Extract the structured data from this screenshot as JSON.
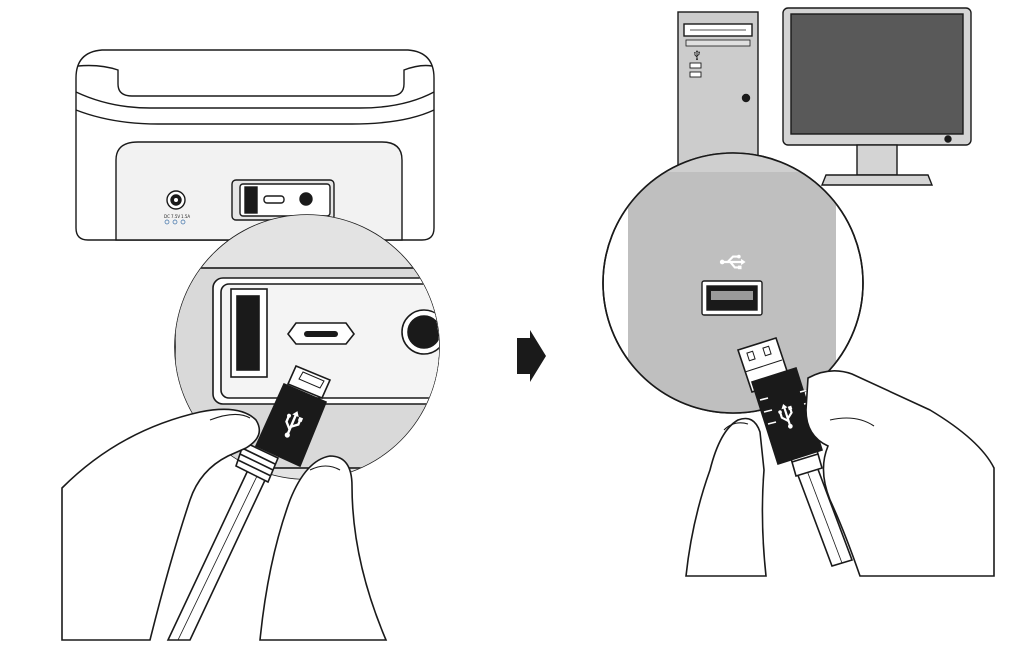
{
  "dock": {
    "port_labels": [
      "DC",
      "7.5V",
      "1.5A"
    ]
  },
  "colors": {
    "line": "#1a1a1a",
    "device_fill": "#ffffff",
    "device_shade": "#e6e6e6",
    "port_panel": "#d9d9d9",
    "pc_panel": "#bfbfbf",
    "screen": "#595959",
    "arrow": "#1a1a1a",
    "port_accent": "#3a6fa8"
  },
  "icons": [
    "usb-icon",
    "mini-usb-port-icon",
    "usb-a-port-icon",
    "arrow-right-icon",
    "hand-icon"
  ]
}
